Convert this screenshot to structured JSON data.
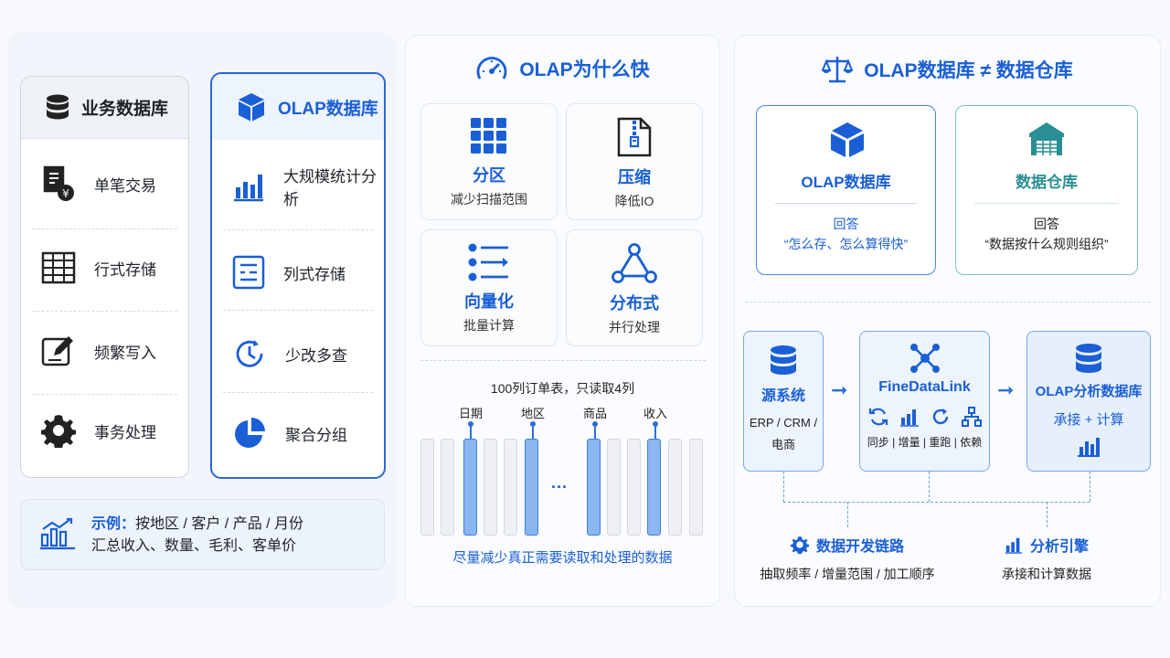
{
  "left": {
    "business_db": {
      "title": "业务数据库",
      "rows": [
        {
          "icon": "invoice-yen-icon",
          "label": "单笔交易"
        },
        {
          "icon": "table-grid-icon",
          "label": "行式存储"
        },
        {
          "icon": "edit-pen-icon",
          "label": "频繁写入"
        },
        {
          "icon": "gear-icon",
          "label": "事务处理"
        }
      ]
    },
    "olap_db": {
      "title": "OLAP数据库",
      "rows": [
        {
          "icon": "bar-chart-icon",
          "label": "大规模统计分析"
        },
        {
          "icon": "column-list-icon",
          "label": "列式存储"
        },
        {
          "icon": "clock-refresh-icon",
          "label": "少改多查"
        },
        {
          "icon": "pie-chart-icon",
          "label": "聚合分组"
        }
      ]
    },
    "example": {
      "label": "示例：",
      "line1": "按地区 / 客户 / 产品 / 月份",
      "line2": "汇总收入、数量、毛利、客单价"
    }
  },
  "middle": {
    "title": "OLAP为什么快",
    "tiles": [
      {
        "icon": "grid-partition-icon",
        "title": "分区",
        "subtitle": "减少扫描范围"
      },
      {
        "icon": "zip-file-icon",
        "title": "压缩",
        "subtitle": "降低IO"
      },
      {
        "icon": "vector-list-icon",
        "title": "向量化",
        "subtitle": "批量计算"
      },
      {
        "icon": "distributed-nodes-icon",
        "title": "分布式",
        "subtitle": "并行处理"
      }
    ],
    "table_caption": "100列订单表，只读取4列",
    "column_tags": [
      "日期",
      "地区",
      "商品",
      "收入"
    ],
    "ellipsis": "...",
    "footer": "尽量减少真正需要读取和处理的数据"
  },
  "right": {
    "title": "OLAP数据库 ≠ 数据仓库",
    "compare": [
      {
        "icon": "cube-icon",
        "title": "OLAP数据库",
        "answer": "回答",
        "quote": "“怎么存、怎么算得快”",
        "color": "#1a5fd6"
      },
      {
        "icon": "warehouse-icon",
        "title": "数据仓库",
        "answer": "回答",
        "quote": "“数据按什么规则组织”",
        "color": "#2a8f94"
      }
    ],
    "flow": {
      "source": {
        "title": "源系统",
        "line1": "ERP / CRM /",
        "line2": "电商"
      },
      "middle": {
        "title": "FineDataLink",
        "actions": [
          "同步",
          "增量",
          "重跑",
          "依赖"
        ]
      },
      "target": {
        "title": "OLAP分析数据库",
        "subtitle": "承接 + 计算"
      }
    },
    "bottom": [
      {
        "icon": "gear-icon",
        "title": "数据开发链路",
        "desc": "抽取频率 / 增量范围 / 加工顺序"
      },
      {
        "icon": "bar-chart-icon",
        "title": "分析引擎",
        "desc": "承接和计算数据"
      }
    ]
  }
}
